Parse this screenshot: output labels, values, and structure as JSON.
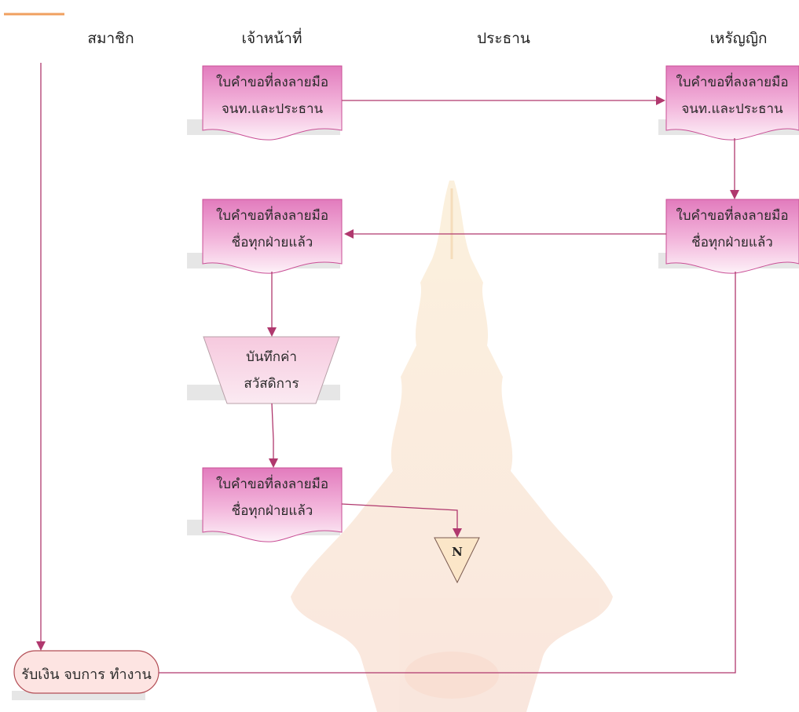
{
  "lanes": {
    "member": "สมาชิก",
    "officer": "เจ้าหน้าที่",
    "chairman": "ประธาน",
    "treasurer": "เหรัญญิก"
  },
  "nodes": {
    "doc1": {
      "line1": "ใบคำขอที่ลงลายมือ",
      "line2": "จนท.และประธาน"
    },
    "doc2": {
      "line1": "ใบคำขอที่ลงลายมือ",
      "line2": "จนท.และประธาน"
    },
    "doc3": {
      "line1": "ใบคำขอที่ลงลายมือ",
      "line2": "ชื่อทุกฝ่ายแล้ว"
    },
    "doc4": {
      "line1": "ใบคำขอที่ลงลายมือ",
      "line2": "ชื่อทุกฝ่ายแล้ว"
    },
    "manual": {
      "line1": "บันทึกค่า",
      "line2": "สวัสดิการ"
    },
    "doc5": {
      "line1": "ใบคำขอที่ลงลายมือ",
      "line2": "ชื่อทุกฝ่ายแล้ว"
    },
    "connector": "N",
    "terminal": "รับเงิน จบการ ทำงาน"
  },
  "colors": {
    "doc_top": "#e57cc0",
    "doc_bottom": "#fbe6f3",
    "arrow": "#b0386e",
    "terminal_fill": "#fbe3e3",
    "terminal_stroke": "#b34d55",
    "manual_fill": "#f6d7e6",
    "watermark": "#f4c9a8"
  }
}
